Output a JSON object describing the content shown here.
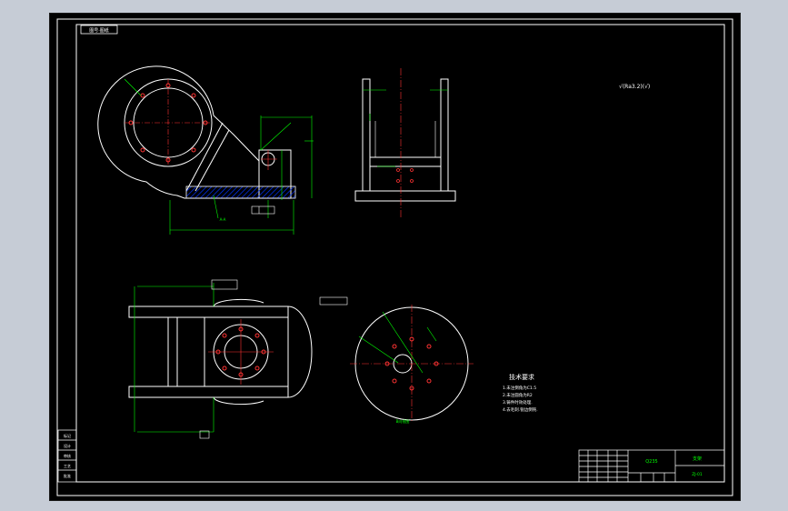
{
  "drawing": {
    "top_label": "图号·图纸",
    "roughness_note": "√(Ra3.2)(√)",
    "tech_requirements": {
      "title": "技术要求",
      "lines": [
        "1.未注倒角为C1.5",
        "2.未注圆角为R2",
        "3.铸件时效处理.",
        "4.去毛刺.锐边倒钝."
      ]
    },
    "view_labels": {
      "section_aa": "A-A",
      "view_b": "B向视图"
    },
    "title_block": {
      "material": "Q235",
      "part_name": "支架",
      "drawing_no": "ZJ-01"
    },
    "left_strip": [
      "标记",
      "设计",
      "审核",
      "工艺",
      "批准"
    ]
  },
  "colors": {
    "background": "#000000",
    "outline": "#ffffff",
    "dimension": "#00ff00",
    "hole": "#ff3333",
    "center_line": "#ff3333",
    "hatch": "#0033ff",
    "frame": "#ffffff"
  }
}
